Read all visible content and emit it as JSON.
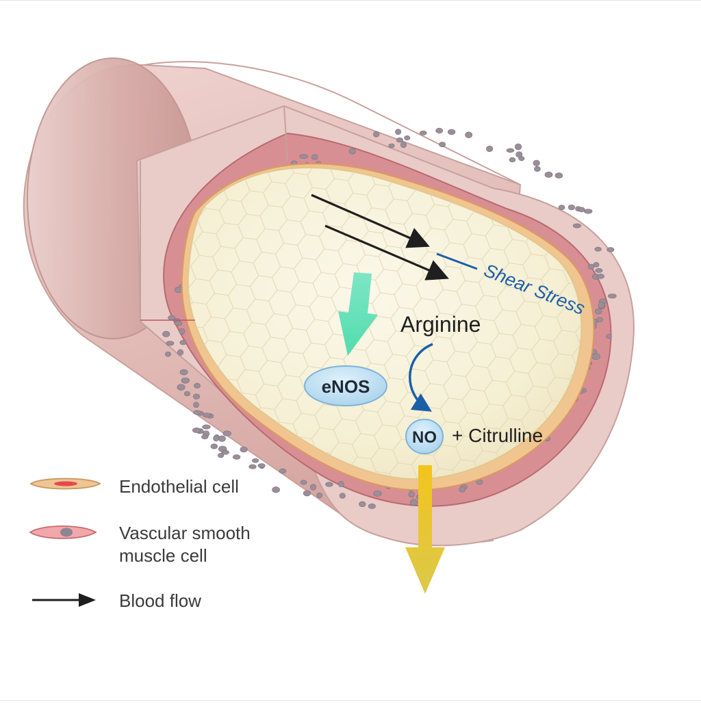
{
  "diagram": {
    "labels": {
      "shear_stress": "Shear Stress",
      "arginine": "Arginine",
      "enos": "eNOS",
      "no": "NO",
      "citrulline": "+ Citrulline"
    },
    "legend": [
      {
        "key": "endothelial",
        "text": "Endothelial cell"
      },
      {
        "key": "smooth_muscle",
        "line1": "Vascular smooth",
        "line2": "muscle cell"
      },
      {
        "key": "blood_flow",
        "text": "Blood flow"
      }
    ],
    "colors": {
      "vessel_wall": "#e6c3c0",
      "vessel_shadow": "#d29f9c",
      "muscle_layer": "#d98e92",
      "muscle_nucleus": "#9a8e98",
      "endothelium": "#f1c694",
      "lumen": "#f7f1d9",
      "shear_text": "#1b5fa8",
      "enos_arrow": "#5fe0b6",
      "no_arrow": "#e9c630",
      "enos_fill": "#bfe0f2",
      "blood_arrow": "#222222"
    }
  }
}
